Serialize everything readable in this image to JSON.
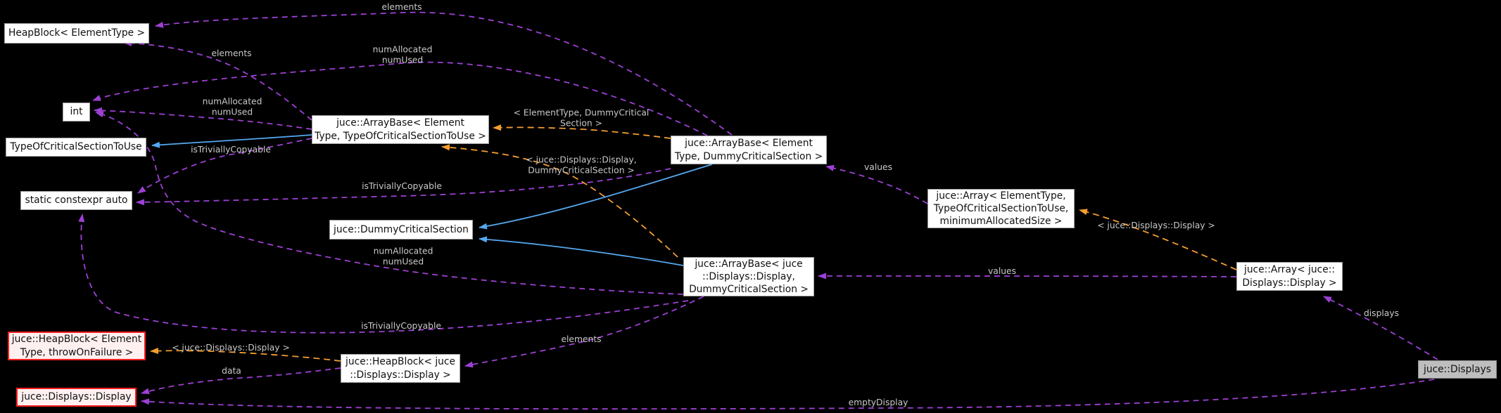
{
  "nodes": {
    "heapblock_elementtype": "HeapBlock< ElementType >",
    "int_type": "int",
    "type_of_critical_section_to_use": "TypeOfCriticalSectionToUse",
    "static_constexpr_auto": "static constexpr auto",
    "juce_heapblock_template": "juce::HeapBlock< Element\nType, throwOnFailure >",
    "juce_displays_display": "juce::Displays::Display",
    "arraybase_tocstu": "juce::ArrayBase< Element\nType, TypeOfCriticalSectionToUse >",
    "dummy_critical_section": "juce::DummyCriticalSection",
    "heapblock_display": "juce::HeapBlock< juce\n::Displays::Display >",
    "arraybase_dummy": "juce::ArrayBase< Element\nType, DummyCriticalSection >",
    "arraybase_display_dummy": "juce::ArrayBase< juce\n::Displays::Display,\n DummyCriticalSection >",
    "array_template": "juce::Array< ElementType,\n TypeOfCriticalSectionToUse,\n minimumAllocatedSize >",
    "array_display": "juce::Array< juce::\nDisplays::Display >",
    "juce_displays": "juce::Displays"
  },
  "edge_labels": {
    "elements_top": "elements",
    "num_top": "numAllocated\nnumUsed",
    "elements_left": "elements",
    "num_left": "numAllocated\nnumUsed",
    "istriv_left": "isTriviallyCopyable",
    "istriv_mid": "isTriviallyCopyable",
    "istriv_bottom": "isTriviallyCopyable",
    "num_bottom": "numAllocated\nnumUsed",
    "elements_bottom": "elements",
    "data": "data",
    "values_right": "values",
    "values_bottom": "values",
    "displays": "displays",
    "empty_display": "emptyDisplay",
    "tmpl_elem_dummy": "< ElementType, DummyCritical\nSection >",
    "tmpl_disp_dummy": "< juce::Displays::Display,\nDummyCriticalSection >",
    "tmpl_disp_right": "< juce::Displays::Display >",
    "tmpl_disp_left": "< juce::Displays::Display >"
  },
  "colors": {
    "background": "#000000",
    "usage_edge": "#9d40d5",
    "template_edge": "#f59e2f",
    "inheritance_edge": "#55a8f0",
    "edge_label_text": "#c9c9c9",
    "node_fill": "#ffffff",
    "node_border": "#9e9e9e",
    "node_text": "#111111",
    "truncated_node_border": "#ff1f1f",
    "truncated_node_fill": "#fff0f0",
    "current_node_fill": "#bebebe"
  }
}
